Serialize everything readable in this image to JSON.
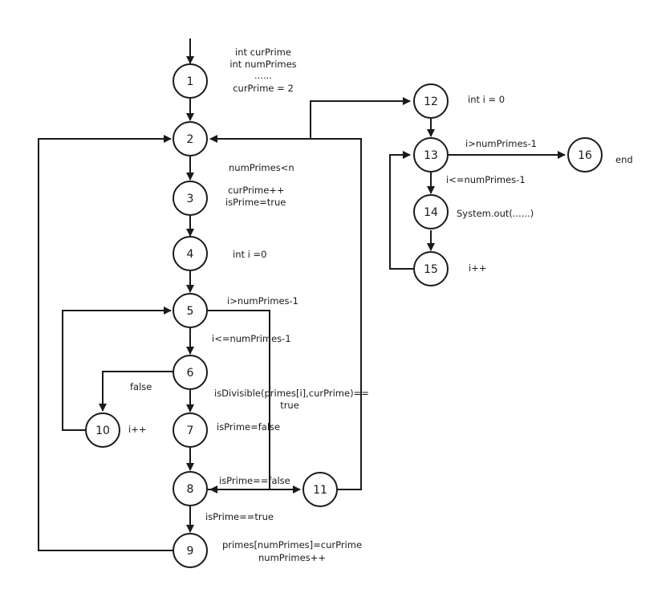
{
  "nodes": [
    "1",
    "2",
    "3",
    "4",
    "5",
    "6",
    "7",
    "8",
    "9",
    "10",
    "11",
    "12",
    "13",
    "14",
    "15",
    "16"
  ],
  "labels": {
    "n1_line1": "int curPrime",
    "n1_line2": "int numPrimes",
    "n1_line3": "......",
    "n1_line4": "curPrime  = 2",
    "e2_3": "numPrimes<n",
    "n3_line1": "curPrime++",
    "n3_line2": "isPrime=true",
    "n4": "int  i =0",
    "e5_exit": "i>numPrimes-1",
    "e5_6": "i<=numPrimes-1",
    "e6_10": "false",
    "e6_7_line1": "isDivisible(primes[i],curPrime)==",
    "e6_7_line2": "true",
    "n7": "isPrime=false",
    "n10": "i++",
    "e8_11": "isPrime==false",
    "e8_9": "isPrime==true",
    "n9_line1": "primes[numPrimes]=curPrime",
    "n9_line2": "numPrimes++",
    "n12": "int i = 0",
    "e13_16": "i>numPrimes-1",
    "e13_14": "i<=numPrimes-1",
    "n14": "System.out(......)",
    "n15": "i++",
    "n16": "end"
  }
}
